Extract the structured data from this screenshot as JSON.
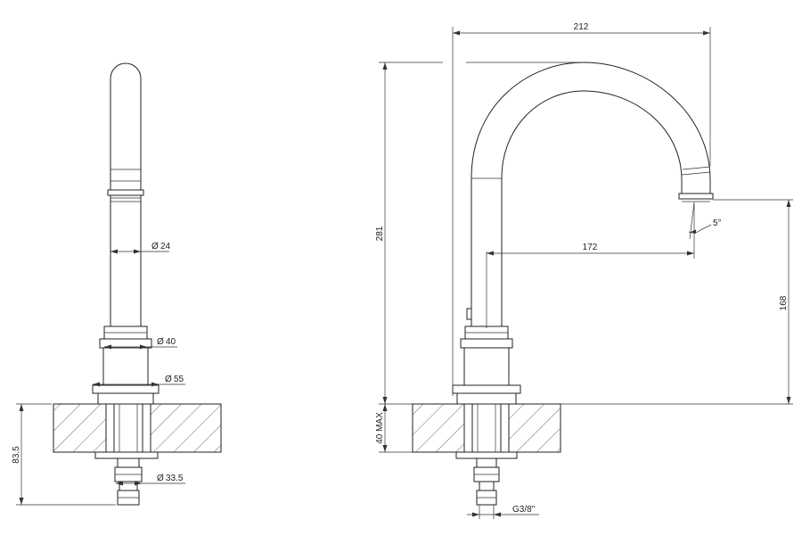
{
  "diameter_symbol": "Ø",
  "side_view": {
    "dims": {
      "d24": "24",
      "d40": "40",
      "d55": "55",
      "d33_5": "33.5",
      "h83_5": "83.5"
    }
  },
  "front_view": {
    "dims": {
      "w212": "212",
      "h281": "281",
      "r172": "172",
      "h168": "168",
      "angle": "5°",
      "max40": "40 MAX",
      "thread": "G3/8\""
    }
  }
}
